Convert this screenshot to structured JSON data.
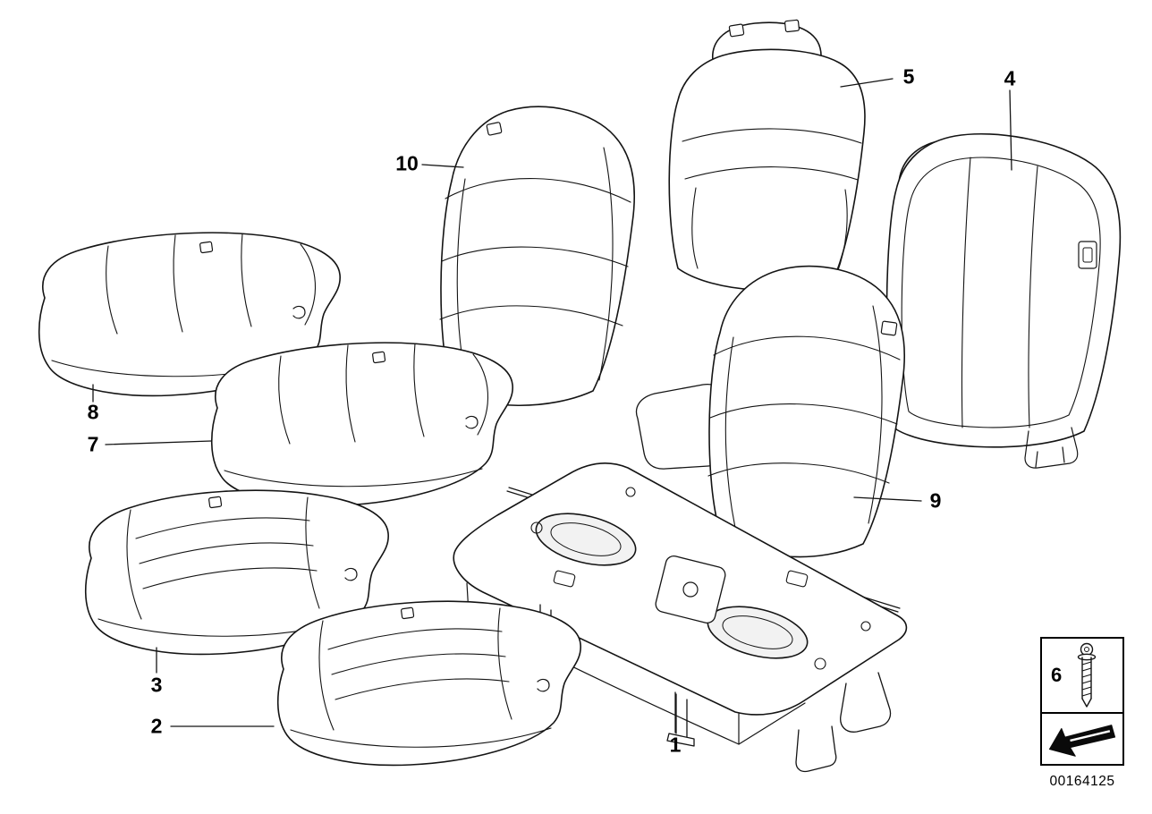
{
  "diagram": {
    "document_number": "00164125",
    "callouts": [
      {
        "label": "1"
      },
      {
        "label": "2"
      },
      {
        "label": "3"
      },
      {
        "label": "4"
      },
      {
        "label": "5"
      },
      {
        "label": "6"
      },
      {
        "label": "7"
      },
      {
        "label": "8"
      },
      {
        "label": "9"
      },
      {
        "label": "10"
      }
    ],
    "legend": {
      "icons": [
        "screw-icon",
        "direction-arrow-icon"
      ]
    },
    "colors": {
      "line": "#141414",
      "background": "#ffffff",
      "shade": "#e9e9e9"
    }
  }
}
